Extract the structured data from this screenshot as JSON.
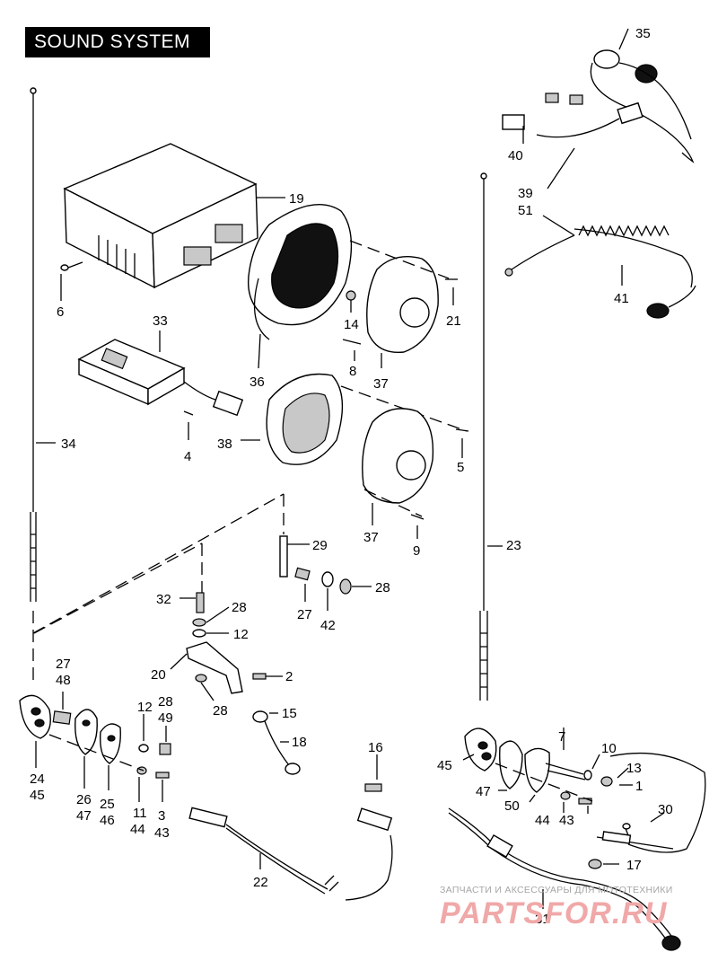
{
  "header": {
    "title": "SOUND SYSTEM"
  },
  "callouts": {
    "c35": "35",
    "c19": "19",
    "c40": "40",
    "c39": "39",
    "c51": "51",
    "c6": "6",
    "c14": "14",
    "c21": "21",
    "c41": "41",
    "c33": "33",
    "c36": "36",
    "c8": "8",
    "c37a": "37",
    "c38": "38",
    "c4": "4",
    "c34": "34",
    "c5": "5",
    "c37b": "37",
    "c9": "9",
    "c29": "29",
    "c23": "23",
    "c32": "32",
    "c28a": "28",
    "c27a": "27",
    "c42": "42",
    "c28b": "28",
    "c12a": "12",
    "c20": "20",
    "c2": "2",
    "c27b": "27",
    "c48": "48",
    "c28c": "28",
    "c12b": "12",
    "c28d": "28",
    "c49": "49",
    "c15": "15",
    "c18": "18",
    "c16": "16",
    "c7": "7",
    "c10": "10",
    "c13": "13",
    "c45a": "45",
    "c1": "1",
    "c24": "24",
    "c45b": "45",
    "c26": "26",
    "c47a": "47",
    "c25": "25",
    "c46": "46",
    "c11": "11",
    "c44a": "44",
    "c3": "3",
    "c43a": "43",
    "c47b": "47",
    "c50": "50",
    "c44b": "44",
    "c43b": "43",
    "c30": "30",
    "c22": "22",
    "c17": "17",
    "c31": "31"
  },
  "watermark": {
    "caption": "ЗАПЧАСТИ И АКСЕССУАРЫ ДЛЯ МОТОТЕХНИКИ",
    "brand": "PARTSFOR.RU"
  }
}
